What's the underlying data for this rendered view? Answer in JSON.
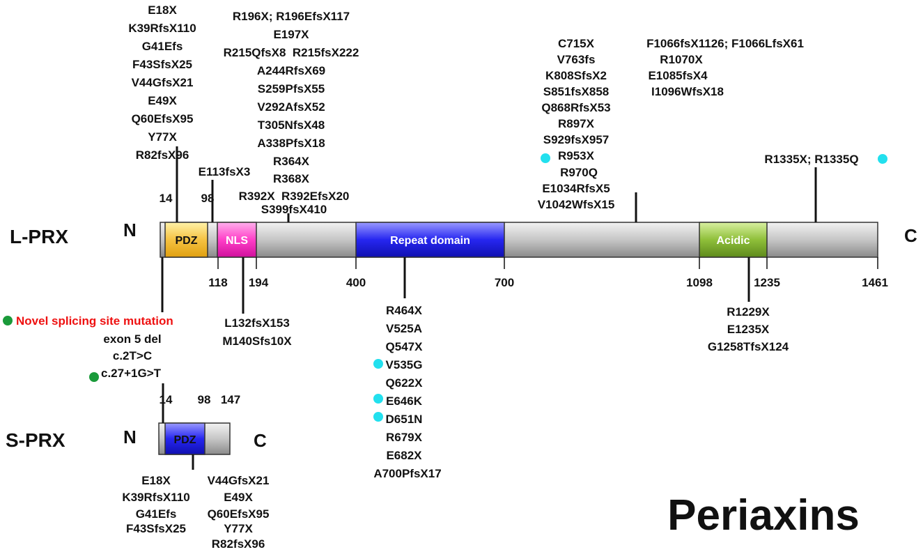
{
  "title": "Periaxins",
  "colors": {
    "pdz_long": "#f5c242",
    "nls": "#ff3fc8",
    "repeat": "#2222ee",
    "acidic": "#8fbf3a",
    "pdz_short": "#2222ee",
    "bar_gray": "#c0c0c0",
    "novel_dot": "#1a9a3a",
    "variant_dot": "#22e0ee",
    "novel_text": "#ee1111"
  },
  "long": {
    "name": "L-PRX",
    "n_label": "N",
    "c_label": "C",
    "domains": {
      "pdz": "PDZ",
      "nls": "NLS",
      "repeat": "Repeat domain",
      "acidic": "Acidic"
    },
    "pos_top": {
      "p14": "14",
      "p98": "98"
    },
    "pos_bottom": {
      "p118": "118",
      "p194": "194",
      "p400": "400",
      "p700": "700",
      "p1098": "1098",
      "p1235": "1235",
      "p1461": "1461"
    },
    "mut_top_1": [
      "E18X",
      "K39RfsX110",
      "G41Efs",
      "F43SfsX25",
      "V44GfsX21",
      "E49X",
      "Q60EfsX95",
      "Y77X",
      "R82fsX96"
    ],
    "mut_top_2": "E113fsX3",
    "mut_top_3": [
      "R196X; R196EfsX117",
      "E197X",
      "R215QfsX8  R215fsX222",
      "A244RfsX69",
      "S259PfsX55",
      "V292AfsX52",
      "T305NfsX48",
      "A338PfsX18",
      "R364X",
      "R368X",
      "R392X  R392EfsX20",
      "S399fsX410"
    ],
    "mut_top_4": [
      "C715X",
      "V763fs",
      "K808SfsX2",
      "S851fsX858",
      "Q868RfsX53",
      "R897X",
      "S929fsX957",
      "R953X",
      "R970Q",
      "E1034RfsX5",
      "V1042WfsX15"
    ],
    "mut_top_5": [
      "F1066fsX1126; F1066LfsX61",
      "R1070X",
      "E1085fsX4",
      "I1096WfsX18"
    ],
    "mut_top_6": "R1335X; R1335Q",
    "mut_bottom_1": {
      "novel": "Novel splicing site mutation",
      "items": [
        "exon 5 del",
        "c.2T>C",
        "c.27+1G>T"
      ]
    },
    "mut_bottom_2": [
      "L132fsX153",
      "M140Sfs10X"
    ],
    "mut_bottom_3": [
      "R464X",
      "V525A",
      "Q547X",
      "V535G",
      "Q622X",
      "E646K",
      "D651N",
      "R679X",
      "E682X",
      "A700PfsX17"
    ],
    "mut_bottom_4": [
      "R1229X",
      "E1235X",
      "G1258TfsX124"
    ]
  },
  "short": {
    "name": "S-PRX",
    "n_label": "N",
    "c_label": "C",
    "domain": "PDZ",
    "pos": {
      "p14": "14",
      "p98": "98",
      "p147": "147"
    },
    "mut_left": [
      "E18X",
      "K39RfsX110",
      "G41Efs",
      "F43SfsX25"
    ],
    "mut_right": [
      "V44GfsX21",
      "E49X",
      "Q60EfsX95",
      "Y77X",
      "R82fsX96"
    ]
  }
}
